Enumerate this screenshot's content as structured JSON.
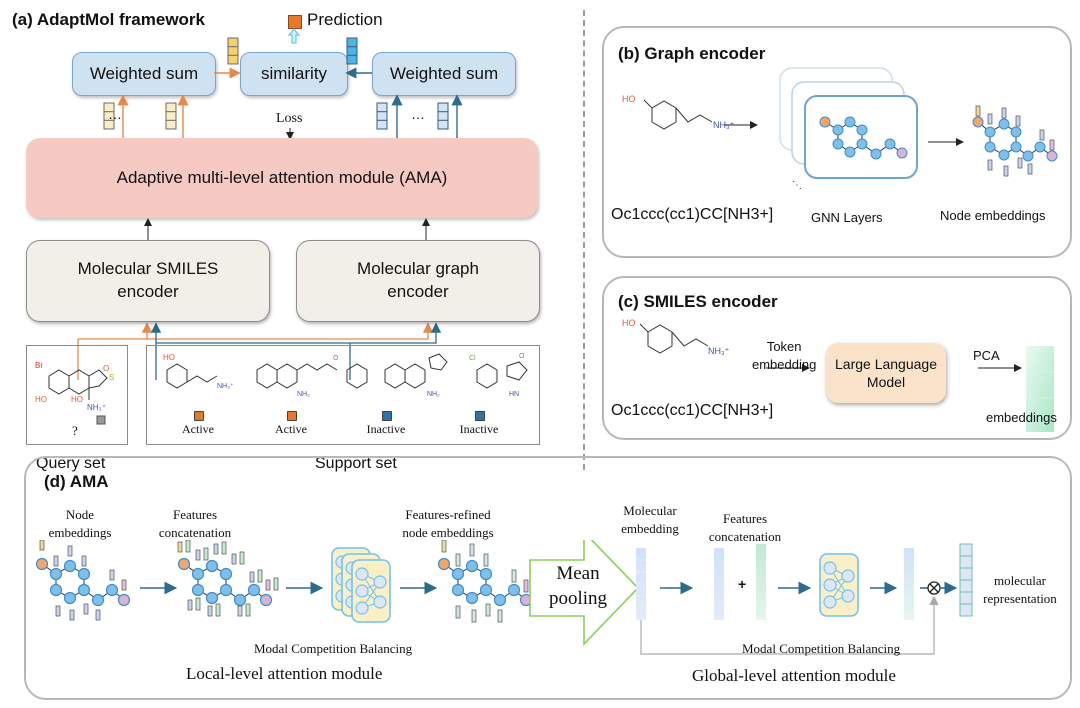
{
  "panel_a": {
    "title": "(a) AdaptMol framework",
    "prediction_label": "Prediction",
    "weighted_sum_left": "Weighted sum",
    "similarity": "similarity",
    "weighted_sum_right": "Weighted sum",
    "loss_label": "Loss",
    "ellipsis": "…",
    "ama_label": "Adaptive multi-level attention module (AMA)",
    "smiles_encoder": "Molecular SMILES encoder",
    "smiles_encoder_line1": "Molecular SMILES",
    "smiles_encoder_line2": "encoder",
    "graph_encoder_line1": "Molecular graph",
    "graph_encoder_line2": "encoder",
    "query_set_label": "Query set",
    "support_set_label": "Support set",
    "query_mark": "?",
    "support_items": [
      {
        "label": "Active",
        "color": "#e8772e"
      },
      {
        "label": "Active",
        "color": "#e8772e"
      },
      {
        "label": "Inactive",
        "color": "#2f6fb3"
      },
      {
        "label": "Inactive",
        "color": "#2f6fb3"
      }
    ],
    "colors": {
      "query": "#f5d26b",
      "support": "#4fb3ea",
      "prediction": "#e8772e",
      "orange_line": "#e8894a",
      "blue_line": "#2d6b8f"
    }
  },
  "panel_b": {
    "title": "(b) Graph encoder",
    "smiles": "Oc1ccc(cc1)CC[NH3+]",
    "gnn_label": "GNN Layers",
    "node_label": "Node embeddings",
    "ho": "HO",
    "nh3": "NH₃⁺"
  },
  "panel_c": {
    "title": "(c) SMILES encoder",
    "smiles": "Oc1ccc(cc1)CC[NH3+]",
    "token_line1": "Token",
    "token_line2": "embedding",
    "llm_line1": "Large Language",
    "llm_line2": "Model",
    "pca": "PCA",
    "embeddings": "embeddings"
  },
  "panel_d": {
    "title": "(d) AMA",
    "node_emb_line1": "Node",
    "node_emb_line2": "embeddings",
    "feat_concat_line1": "Features",
    "feat_concat_line2": "concatenation",
    "refined_line1": "Features-refined",
    "refined_line2": "node embeddings",
    "mcb_local": "Modal Competition Balancing",
    "local_module": "Local-level attention module",
    "mean_line1": "Mean",
    "mean_line2": "pooling",
    "mol_emb_line1": "Molecular",
    "mol_emb_line2": "embedding",
    "feat_concat2_line1": "Features",
    "feat_concat2_line2": "concatenation",
    "plus": "+",
    "mcb_global": "Modal Competition Balancing",
    "mol_rep_line1": "molecular",
    "mol_rep_line2": "representation",
    "global_module": "Global-level attention module"
  }
}
